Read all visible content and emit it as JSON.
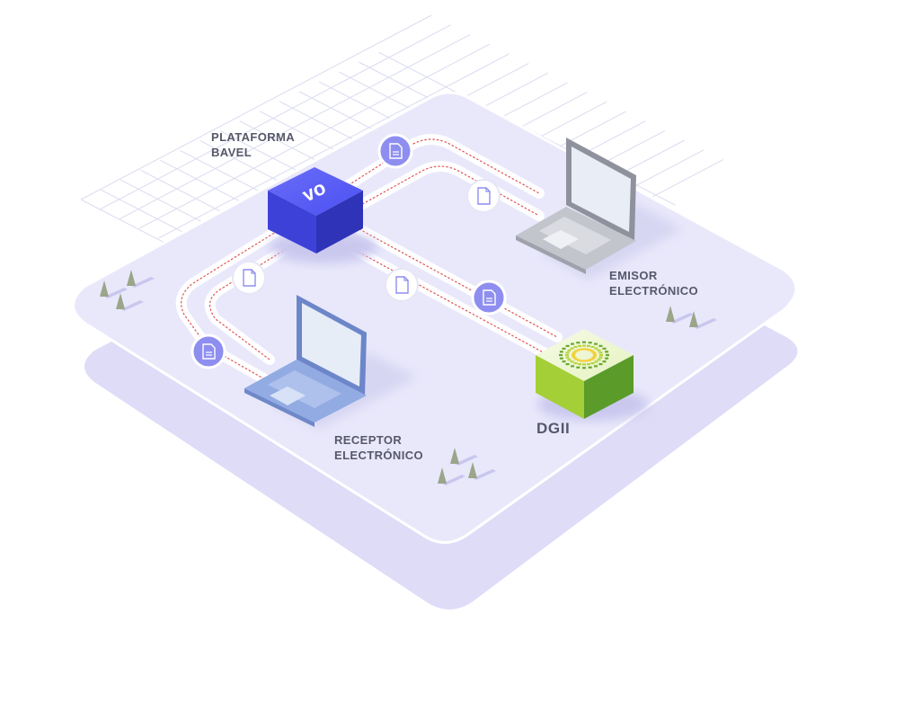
{
  "nodes": {
    "platform": {
      "line1": "PLATAFORMA",
      "line2": "BAVEL",
      "logo_text": "vo",
      "color": "#4a4ef0"
    },
    "emisor": {
      "line1": "EMISOR",
      "line2": "ELECTRÓNICO",
      "color": "#a9acb6"
    },
    "receptor": {
      "line1": "RECEPTOR",
      "line2": "ELECTRÓNICO",
      "color": "#8fa8e0"
    },
    "dgii": {
      "label": "DGII",
      "color": "#8cc63f"
    }
  },
  "icons": {
    "document_filled": "document-icon",
    "document_outline": "document-outline-icon",
    "tree": "tree-icon"
  },
  "colors": {
    "base_top": "#e7e6fb",
    "base_side": "#d9d7f5",
    "path": "#ffffff",
    "path_dots": "#e23a3a",
    "doc_badge": "#8e8ef0",
    "grid": "#d4d6ee"
  }
}
